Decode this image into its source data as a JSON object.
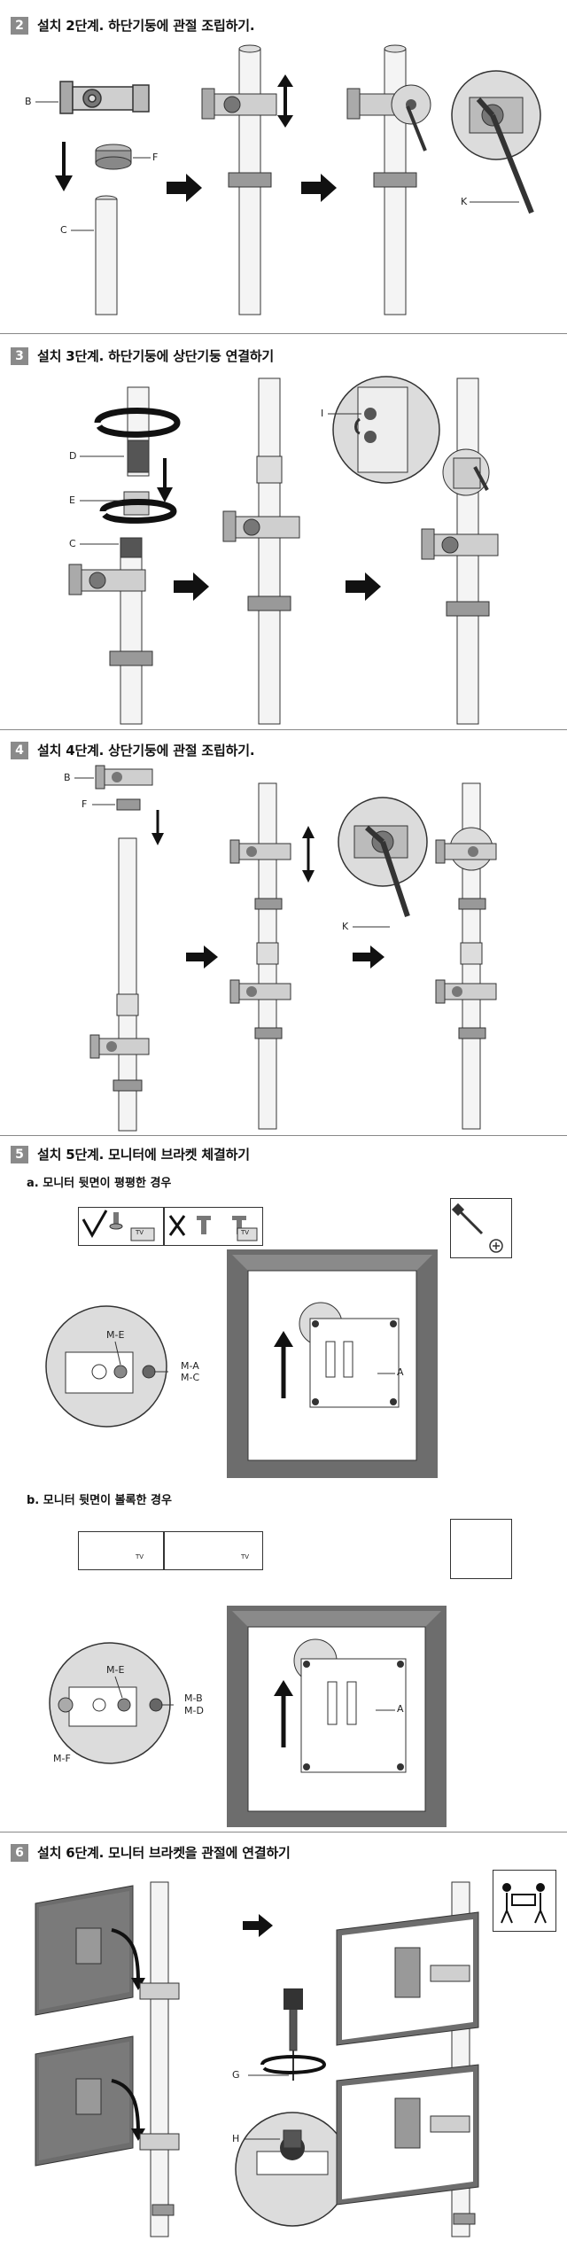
{
  "steps": [
    {
      "num": "2",
      "title": "설치 2단계. 하단기둥에 관절 조립하기.",
      "labels": {
        "b": "B",
        "f": "F",
        "c": "C",
        "k": "K"
      }
    },
    {
      "num": "3",
      "title": "설치 3단계. 하단기둥에 상단기둥 연결하기",
      "labels": {
        "d": "D",
        "e": "E",
        "c": "C",
        "i": "I"
      }
    },
    {
      "num": "4",
      "title": "설치 4단계. 상단기둥에 관절 조립하기.",
      "labels": {
        "b": "B",
        "f": "F",
        "k": "K"
      }
    },
    {
      "num": "5",
      "title": "설치 5단계. 모니터에 브라켓 체결하기",
      "sub_a": "a. 모니터 뒷면이 평평한 경우",
      "sub_b": "b. 모니터 뒷면이 볼록한 경우",
      "labels_a": {
        "me": "M-E",
        "ma": "M-A",
        "mc": "M-C",
        "a": "A"
      },
      "labels_b": {
        "me": "M-E",
        "mb": "M-B",
        "md": "M-D",
        "mf": "M-F",
        "a": "A"
      },
      "tv": "TV"
    },
    {
      "num": "6",
      "title": "설치 6단계. 모니터 브라켓을 관절에 연결하기",
      "labels": {
        "g": "G",
        "h": "H"
      }
    }
  ],
  "colors": {
    "step_badge": "#8a8a8a",
    "pole": "#f2f2f2",
    "metal": "#9a9a9a",
    "arrow": "#111111",
    "monitor_frame": "#6d6d6d",
    "zoom_circle": "#dcdcdc"
  }
}
